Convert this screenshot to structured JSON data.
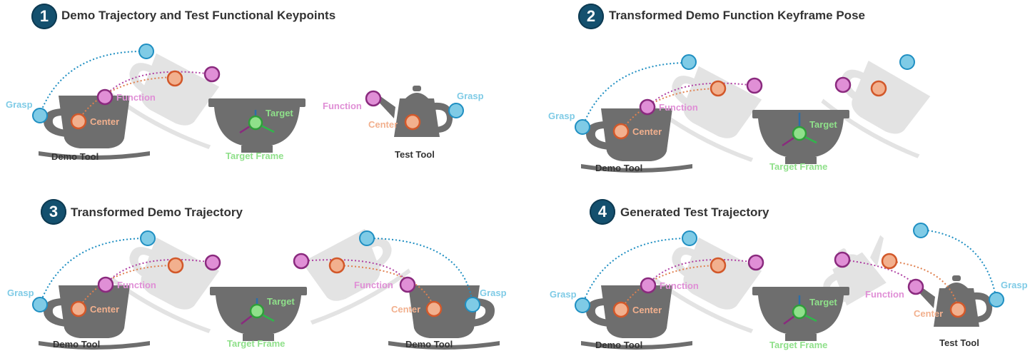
{
  "panels": [
    {
      "number": "1",
      "title": "Demo Trajectory and Test Functional Keypoints"
    },
    {
      "number": "2",
      "title": "Transformed Demo Function Keyframe Pose"
    },
    {
      "number": "3",
      "title": "Transformed Demo Trajectory"
    },
    {
      "number": "4",
      "title": "Generated Test Trajectory"
    }
  ],
  "labels": {
    "grasp": "Grasp",
    "function": "Function",
    "center": "Center",
    "target": "Target",
    "target_frame": "Target Frame",
    "demo_tool": "Demo Tool",
    "test_tool": "Test Tool"
  },
  "colors": {
    "grasp": "#7fcbe6",
    "grasp_stroke": "#1f8fc2",
    "function": "#e08fd6",
    "function_stroke": "#8a2a7e",
    "center": "#f2b08e",
    "center_stroke": "#d2582a",
    "target": "#8fe08a",
    "target_stroke": "#2f9e3a",
    "tool": "#6e6e6e",
    "ghost": "#e3e3e3",
    "badge": "#14506e"
  }
}
